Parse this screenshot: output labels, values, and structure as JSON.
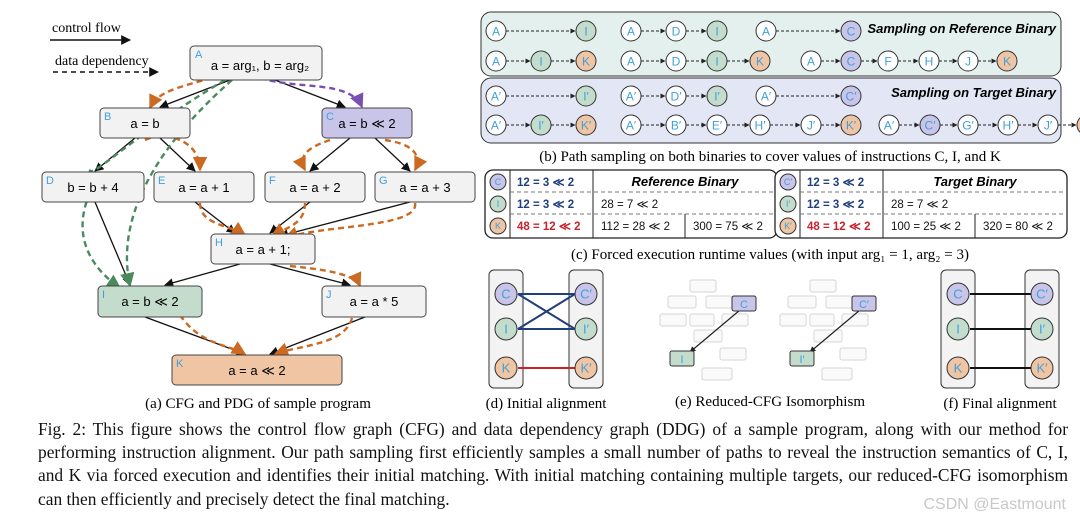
{
  "legend": {
    "control_flow": "control flow",
    "data_dependency": "data dependency"
  },
  "cfg": {
    "nodes": [
      {
        "id": "A",
        "label": "A",
        "code": "a = arg₁, b = arg₂"
      },
      {
        "id": "B",
        "label": "B",
        "code": "a = b"
      },
      {
        "id": "C",
        "label": "C",
        "code": "a = b ≪ 2"
      },
      {
        "id": "D",
        "label": "D",
        "code": "b = b + 4"
      },
      {
        "id": "E",
        "label": "E",
        "code": "a = a + 1"
      },
      {
        "id": "F",
        "label": "F",
        "code": "a = a + 2"
      },
      {
        "id": "G",
        "label": "G",
        "code": "a = a + 3"
      },
      {
        "id": "H",
        "label": "H",
        "code": "a = a + 1;"
      },
      {
        "id": "I",
        "label": "I",
        "code": "a = b ≪ 2"
      },
      {
        "id": "J",
        "label": "J",
        "code": "a = a * 5"
      },
      {
        "id": "K",
        "label": "K",
        "code": "a = a ≪ 2"
      }
    ],
    "caption": "(a) CFG and PDG of sample program"
  },
  "sampling": {
    "reference_title": "Sampling on Reference Binary",
    "target_title": "Sampling on Target Binary",
    "ref_row1": [
      "A",
      "I",
      "A",
      "D",
      "I",
      "A",
      "C"
    ],
    "ref_row2": [
      "A",
      "I",
      "K",
      "A",
      "D",
      "I",
      "K",
      "A",
      "C",
      "F",
      "H",
      "J",
      "K"
    ],
    "tgt_row1": [
      "A′",
      "I′",
      "A′",
      "D′",
      "I′",
      "A′",
      "C′"
    ],
    "tgt_row2": [
      "A′",
      "I′",
      "K′",
      "A′",
      "B′",
      "E′",
      "H′",
      "J′",
      "K′",
      "A′",
      "C′",
      "G′",
      "H′",
      "J′",
      "K′"
    ],
    "caption": "(b) Path sampling on both binaries to cover values of instructions C, I, and K"
  },
  "forced": {
    "reference": {
      "title": "Reference Binary",
      "labels": [
        "C",
        "I",
        "K"
      ],
      "rows": [
        [
          "12 = 3 ≪ 2",
          "",
          ""
        ],
        [
          "12 = 3 ≪ 2",
          "28 = 7 ≪ 2",
          ""
        ],
        [
          "48 = 12 ≪ 2",
          "112 = 28 ≪ 2",
          "300 = 75 ≪ 2"
        ]
      ]
    },
    "target": {
      "title": "Target Binary",
      "labels": [
        "C′",
        "I′",
        "K′"
      ],
      "rows": [
        [
          "12 = 3 ≪ 2",
          "",
          ""
        ],
        [
          "12 = 3 ≪ 2",
          "28 = 7 ≪ 2",
          ""
        ],
        [
          "48 = 12 ≪ 2",
          "100 = 25 ≪ 2",
          "320 = 80 ≪ 2"
        ]
      ]
    },
    "caption": "(c) Forced execution runtime values (with input arg₁ = 1, arg₂ = 3)"
  },
  "alignment": {
    "left_labels": [
      "C",
      "I",
      "K"
    ],
    "right_labels": [
      "C′",
      "I′",
      "K′"
    ],
    "iso_left": [
      "C",
      "I"
    ],
    "iso_right": [
      "C′",
      "I′"
    ],
    "initial_caption": "(d) Initial alignment",
    "iso_caption": "(e) Reduced-CFG Isomorphism",
    "final_caption": "(f) Final alignment"
  },
  "caption": {
    "text": "Fig. 2: This figure shows the control flow graph (CFG) and data dependency graph (DDG) of a sample program, along with our method for performing instruction alignment. Our path sampling first efficiently samples a small number of paths to reveal the instruction semantics of C, I, and K via forced execution and identifies their initial matching. With initial matching containing multiple targets, our reduced-CFG isomorphism can then efficiently and precisely detect the final matching."
  },
  "watermark": "CSDN @Eastmount",
  "colors": {
    "node_grey": "#f2f2f2",
    "node_purple": "#c9c5e8",
    "node_green": "#c3dccb",
    "node_orange": "#efc5a4",
    "flow_orange": "#cc6a22",
    "flow_green": "#4a8a5f",
    "flow_purple": "#7a4fb3",
    "node_label_blue": "#3fa0dd",
    "ref_band": "#e3f0ee",
    "tgt_band": "#e3e6f4",
    "value_blue": "#1f3f7d",
    "value_red": "#c8232c"
  }
}
